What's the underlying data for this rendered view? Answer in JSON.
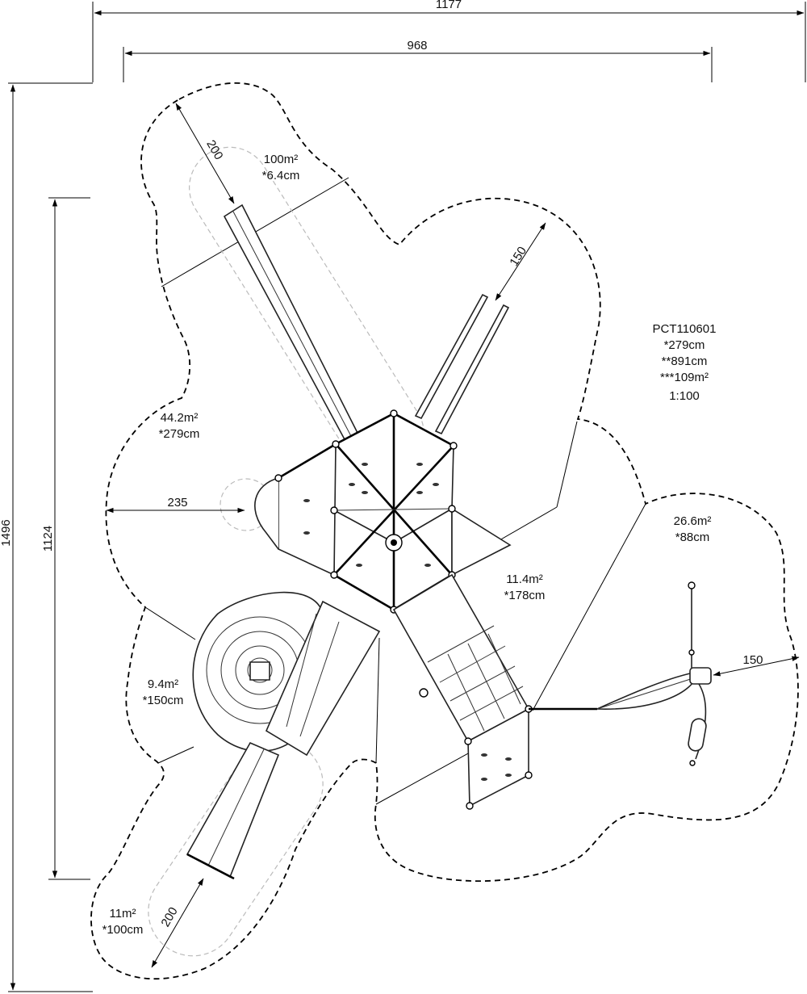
{
  "drawing": {
    "product_code": "PCT110601",
    "spec_lines": [
      "*279cm",
      "**891cm",
      "***109m²",
      "1:100"
    ]
  },
  "dimensions": {
    "overall_width": "1177",
    "equipment_width": "968",
    "overall_height": "1496",
    "equipment_height": "1124",
    "clearance_top_slide": "200",
    "clearance_top_poles": "150",
    "clearance_left": "235",
    "clearance_right": "150",
    "clearance_bottom_slide": "200"
  },
  "zones": [
    {
      "area": "100m²",
      "fall_height": "*6.4cm"
    },
    {
      "area": "44.2m²",
      "fall_height": "*279cm"
    },
    {
      "area": "26.6m²",
      "fall_height": "*88cm"
    },
    {
      "area": "11.4m²",
      "fall_height": "*178cm"
    },
    {
      "area": "9.4m²",
      "fall_height": "*150cm"
    },
    {
      "area": "11m²",
      "fall_height": "*100cm"
    }
  ],
  "colors": {
    "line": "#000000",
    "hatch": "#c9c9c9",
    "ghost": "#bbbbbb"
  }
}
